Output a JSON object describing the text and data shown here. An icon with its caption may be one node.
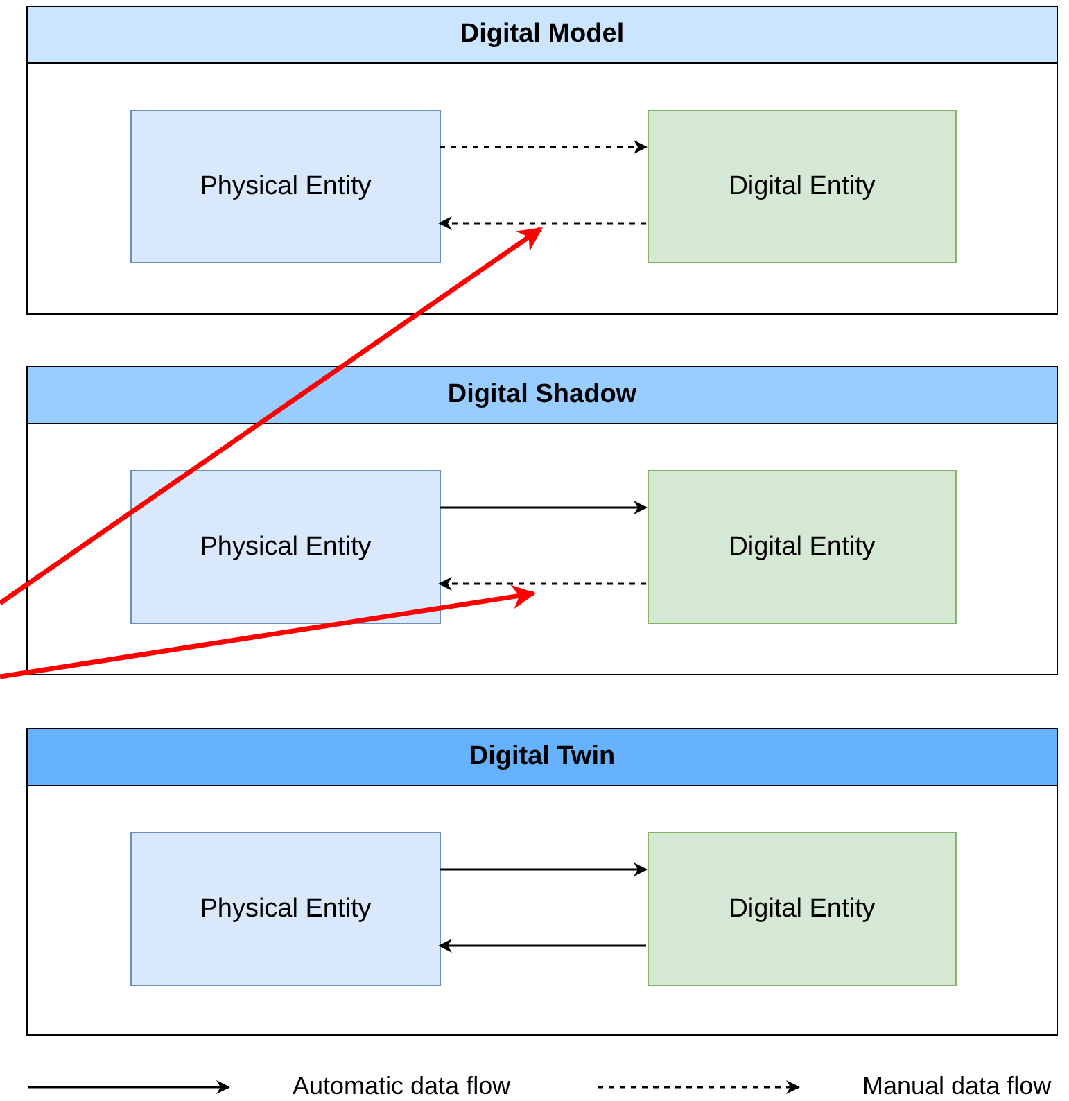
{
  "diagram": {
    "nodes": [
      {
        "text": [
          "Digital Model"
        ]
      },
      {
        "text": [
          "Physical Entity"
        ],
        "in": 0
      },
      {
        "text": [
          "Digital Entity"
        ],
        "in": 0
      },
      {
        "text": [
          "Digital Shadow"
        ]
      },
      {
        "text": [
          "Physical Entity"
        ],
        "in": 3
      },
      {
        "text": [
          "Digital Entity"
        ],
        "in": 3
      },
      {
        "text": [
          "Digital Twin"
        ]
      },
      {
        "text": [
          "Physical Entity"
        ],
        "in": 6
      },
      {
        "text": [
          "Digital Entity"
        ],
        "in": 6
      }
    ],
    "edges": [
      {
        "from": 1,
        "to": 2,
        "arrow": "to",
        "style": "dashed"
      },
      {
        "from": 2,
        "to": 1,
        "arrow": "to",
        "style": "dashed"
      },
      {
        "from": 4,
        "to": 5,
        "arrow": "to"
      },
      {
        "from": 5,
        "to": 4,
        "arrow": "to",
        "style": "dashed"
      },
      {
        "from": 7,
        "to": 8,
        "arrow": "to"
      },
      {
        "from": 8,
        "to": 7,
        "arrow": "to"
      }
    ],
    "legend": [
      {
        "text": "Automatic data flow"
      },
      {
        "text": "Manual data flow"
      }
    ]
  }
}
